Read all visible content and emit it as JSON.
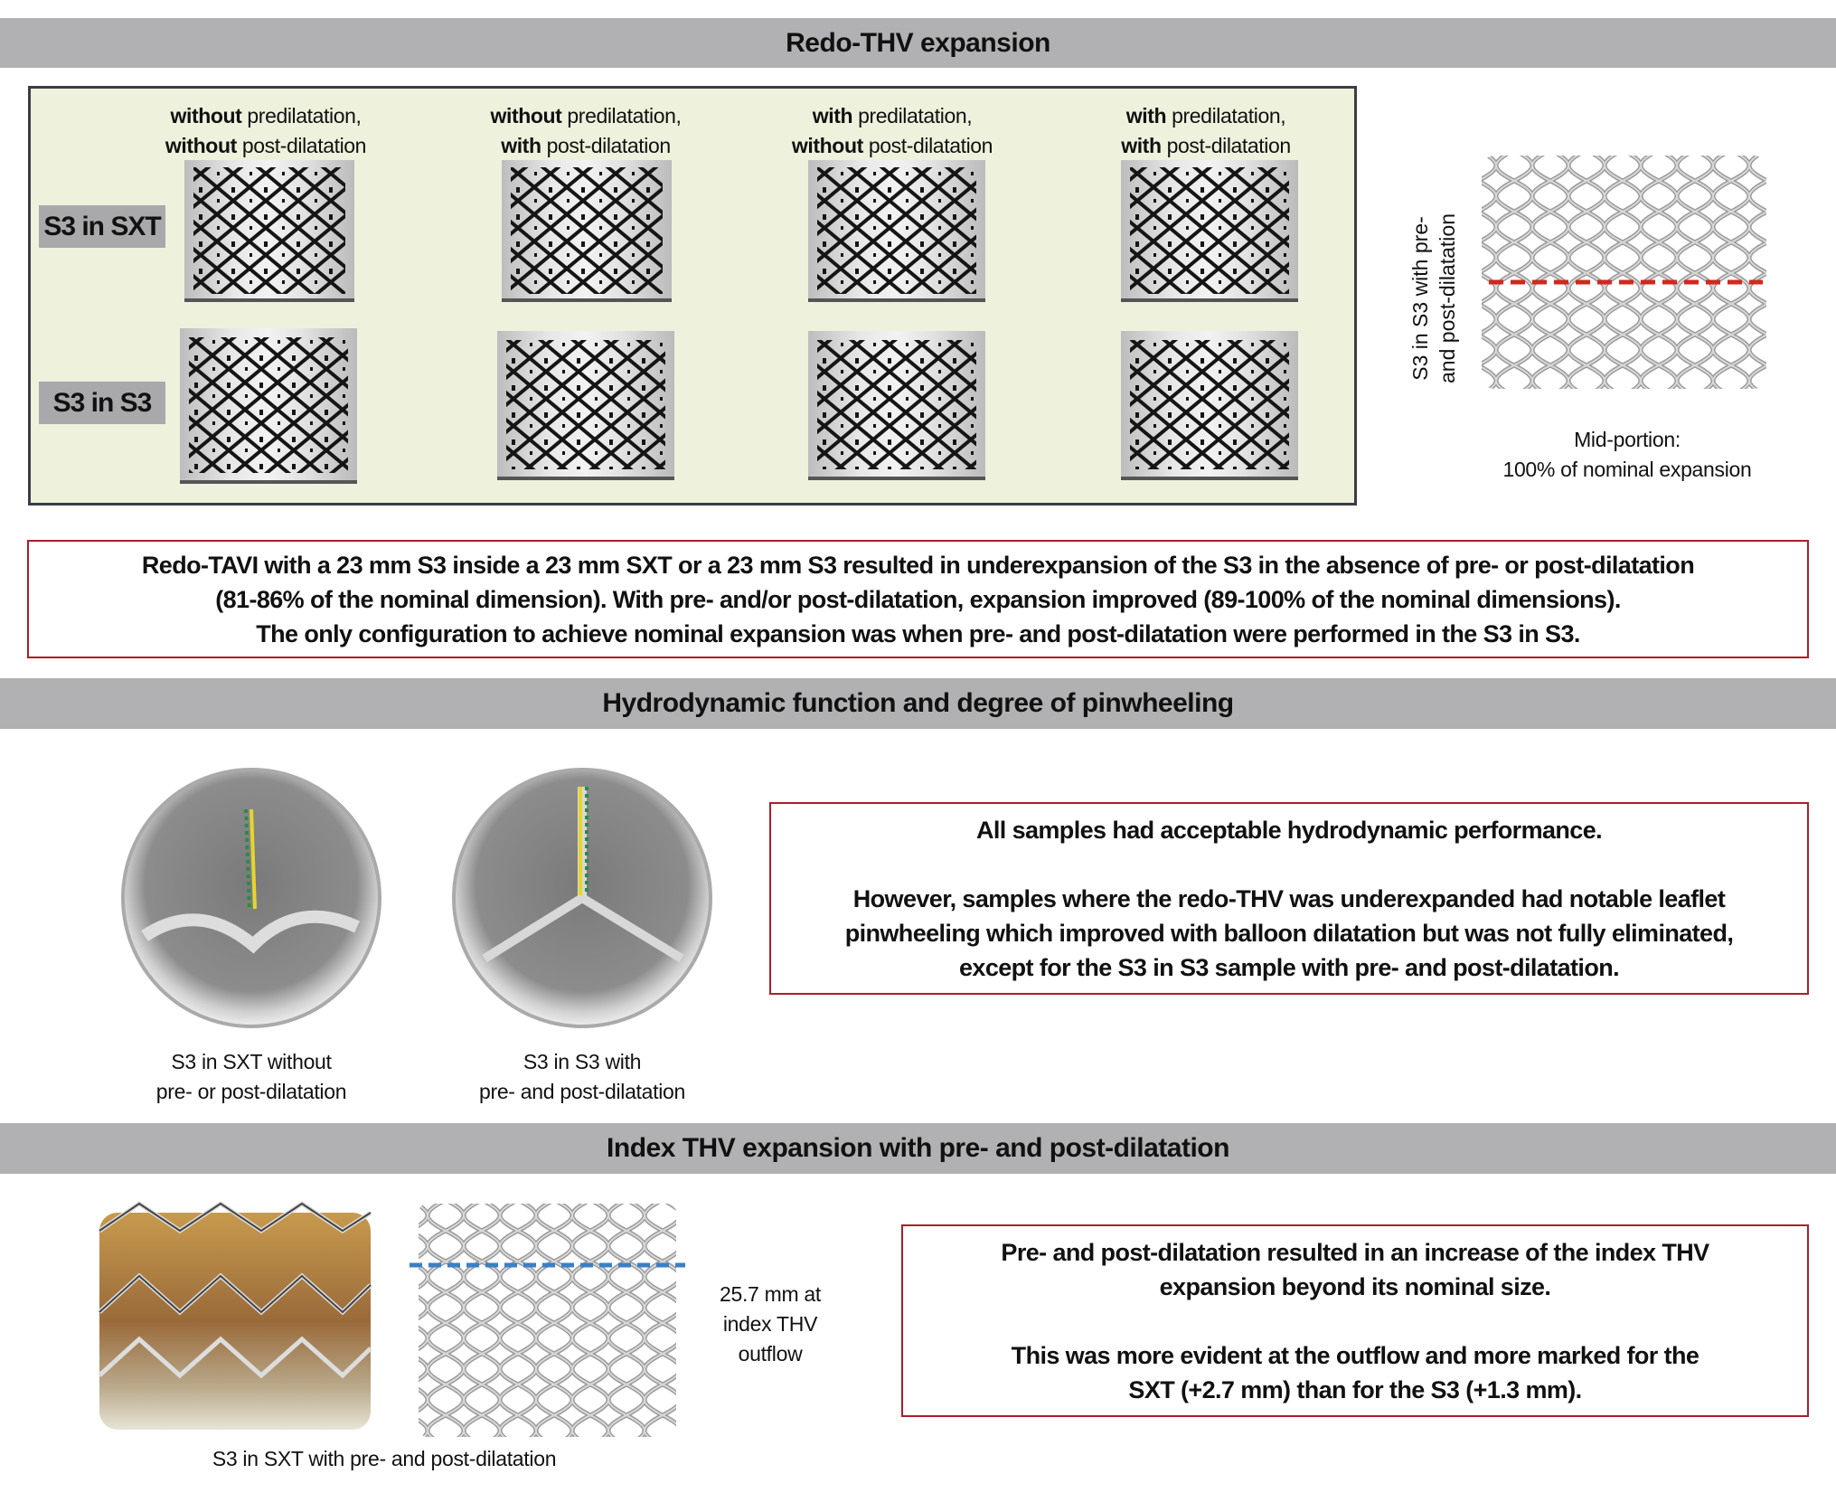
{
  "sections": {
    "s1_title": "Redo-THV expansion",
    "s2_title": "Hydrodynamic function and degree of pinwheeling",
    "s3_title": "Index THV expansion with pre- and post-dilatation"
  },
  "expansion_panel": {
    "columns": [
      {
        "l1_bold": "without",
        "l1_rest": " predilatation,",
        "l2_bold": "without",
        "l2_rest": " post-dilatation"
      },
      {
        "l1_bold": "without",
        "l1_rest": " predilatation,",
        "l2_bold": "with",
        "l2_rest": " post-dilatation"
      },
      {
        "l1_bold": "with",
        "l1_rest": " predilatation,",
        "l2_bold": "without",
        "l2_rest": " post-dilatation"
      },
      {
        "l1_bold": "with",
        "l1_rest": " predilatation,",
        "l2_bold": "with",
        "l2_rest": " post-dilatation"
      }
    ],
    "rows": [
      "S3 in SXT",
      "S3 in S3"
    ]
  },
  "side_figure": {
    "vertical_label_1": "S3 in S3 with pre-",
    "vertical_label_2": "and post-dilatation",
    "caption_1": "Mid-portion:",
    "caption_2": "100% of nominal expansion",
    "line_color": "#d0281e"
  },
  "summary_1": [
    "Redo-TAVI with a 23 mm S3 inside a 23 mm SXT or a 23 mm S3 resulted in underexpansion of the S3 in the absence of pre- or post-dilatation",
    "(81-86% of the nominal dimension). With pre- and/or post-dilatation, expansion improved (89-100% of the nominal dimensions).",
    "The only configuration to achieve nominal expansion was when pre- and post-dilatation were performed in the S3 in S3."
  ],
  "valves": [
    {
      "cap1": "S3 in SXT without",
      "cap2": "pre- or post-dilatation"
    },
    {
      "cap1": "S3 in S3 with",
      "cap2": "pre- and post-dilatation"
    }
  ],
  "summary_2": [
    "All samples had acceptable hydrodynamic performance.",
    "However, samples where the redo-THV was underexpanded had notable leaflet",
    "pinwheeling which improved with balloon dilatation but was not fully eliminated,",
    "except for the S3 in S3 sample with pre- and post-dilatation."
  ],
  "index_figure": {
    "measure_1": "25.7 mm at",
    "measure_2": "index THV",
    "measure_3": "outflow",
    "caption": "S3 in SXT with pre- and post-dilatation",
    "line_color": "#3a7fc8"
  },
  "summary_3": [
    "Pre- and post-dilatation resulted in an increase of the index THV",
    "expansion beyond its nominal size.",
    "This was more evident at the outflow and more marked for the",
    "SXT (+2.7 mm) than for the S3 (+1.3 mm)."
  ],
  "colors": {
    "border_red": "#a8202a",
    "bar_gray": "#b1b1b3",
    "panel_bg": "#eef1dc"
  }
}
